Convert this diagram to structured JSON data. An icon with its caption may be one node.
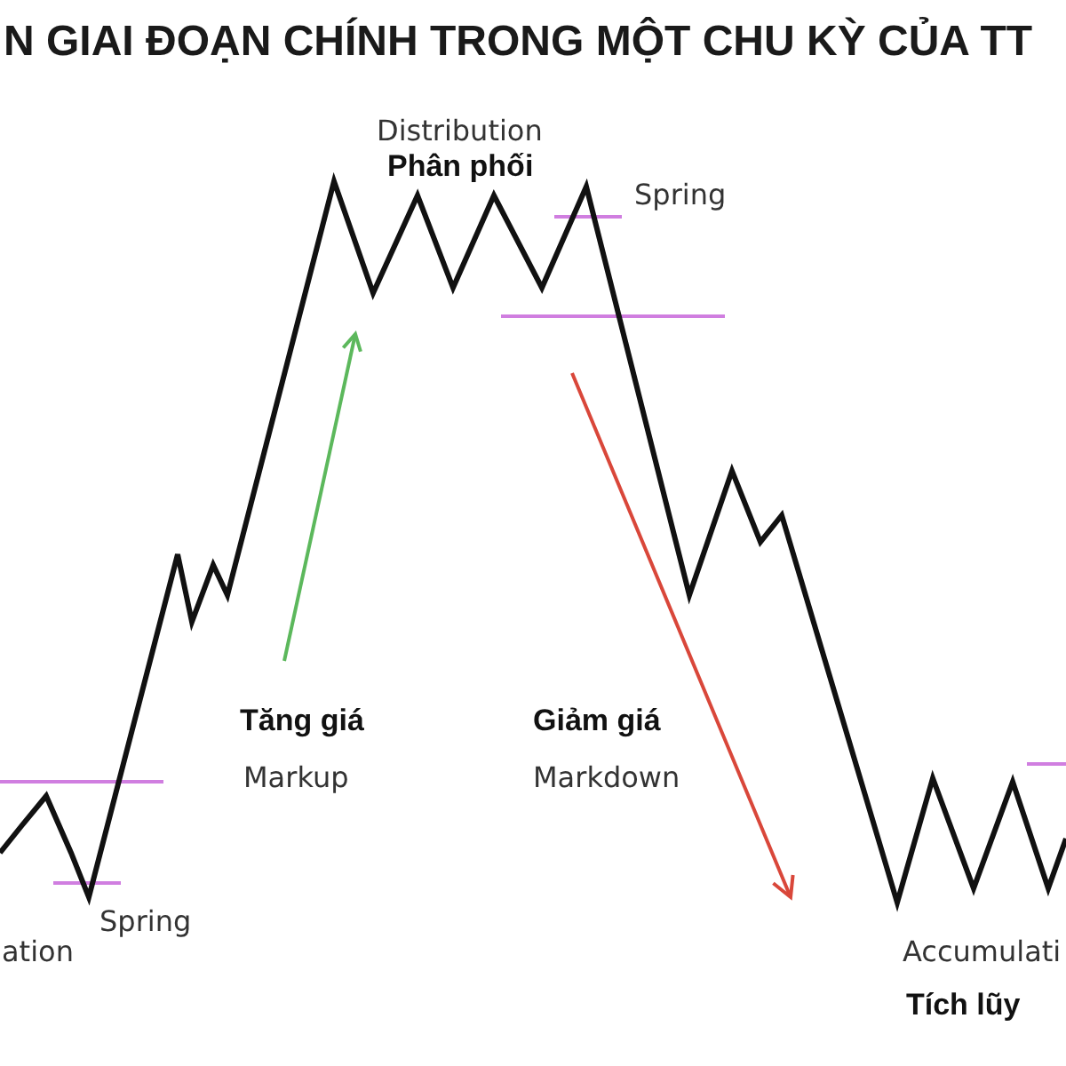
{
  "diagram": {
    "title": "N GIAI ĐOẠN CHÍNH TRONG MỘT CHU KỲ CỦA TT",
    "labels": [
      "Distribution",
      "Phân phối",
      "Spring",
      "Tăng giá",
      "Markup",
      "Giảm giá",
      "Markdown",
      "ation",
      "Spring",
      "Accumulati",
      "Tích lũy"
    ]
  }
}
